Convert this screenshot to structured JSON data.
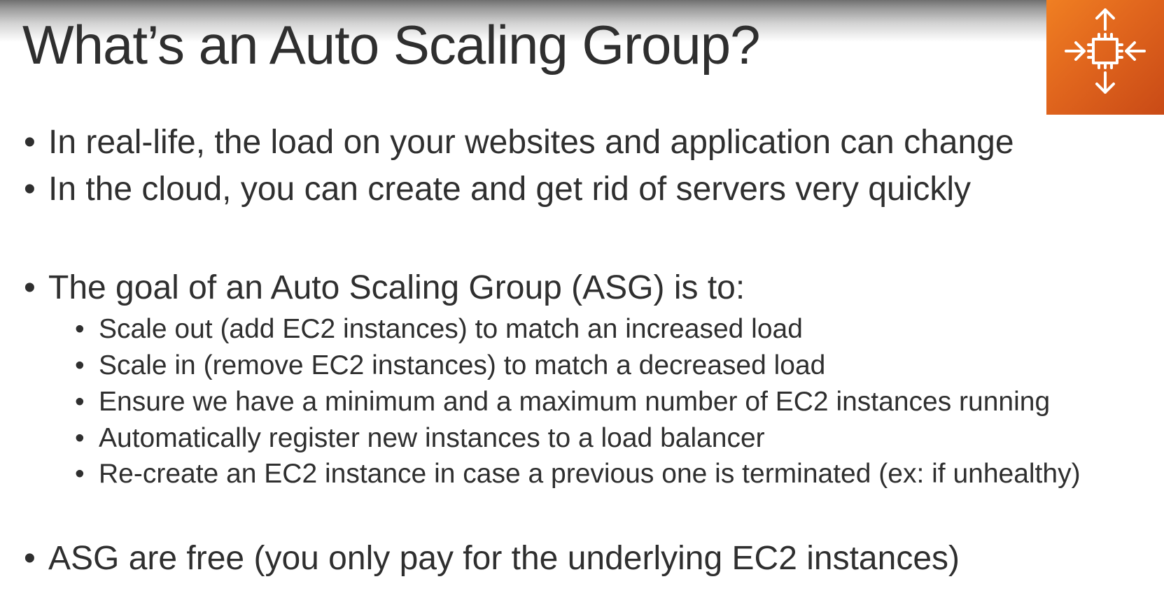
{
  "slide": {
    "title": "What’s an Auto Scaling Group?",
    "accent_color": "#e0651d",
    "logo_icon": "auto-scaling-icon",
    "bullet_char": "•",
    "bullets": [
      {
        "text": "In real-life, the load on your websites and application can change"
      },
      {
        "text": "In the cloud, you can create and get rid of servers very quickly"
      },
      {
        "text": "The goal of an Auto Scaling Group (ASG) is to:"
      },
      {
        "text": "ASG are free (you only pay for the underlying EC2 instances)"
      }
    ],
    "sub_bullets": [
      {
        "text": "Scale out (add EC2 instances) to match an increased load"
      },
      {
        "text": "Scale in (remove EC2 instances) to match a decreased load"
      },
      {
        "text": "Ensure we have a minimum and a maximum number of EC2 instances running"
      },
      {
        "text": "Automatically register new instances to a load balancer"
      },
      {
        "text": "Re-create an EC2 instance in case a previous one is terminated (ex: if unhealthy)"
      }
    ]
  }
}
